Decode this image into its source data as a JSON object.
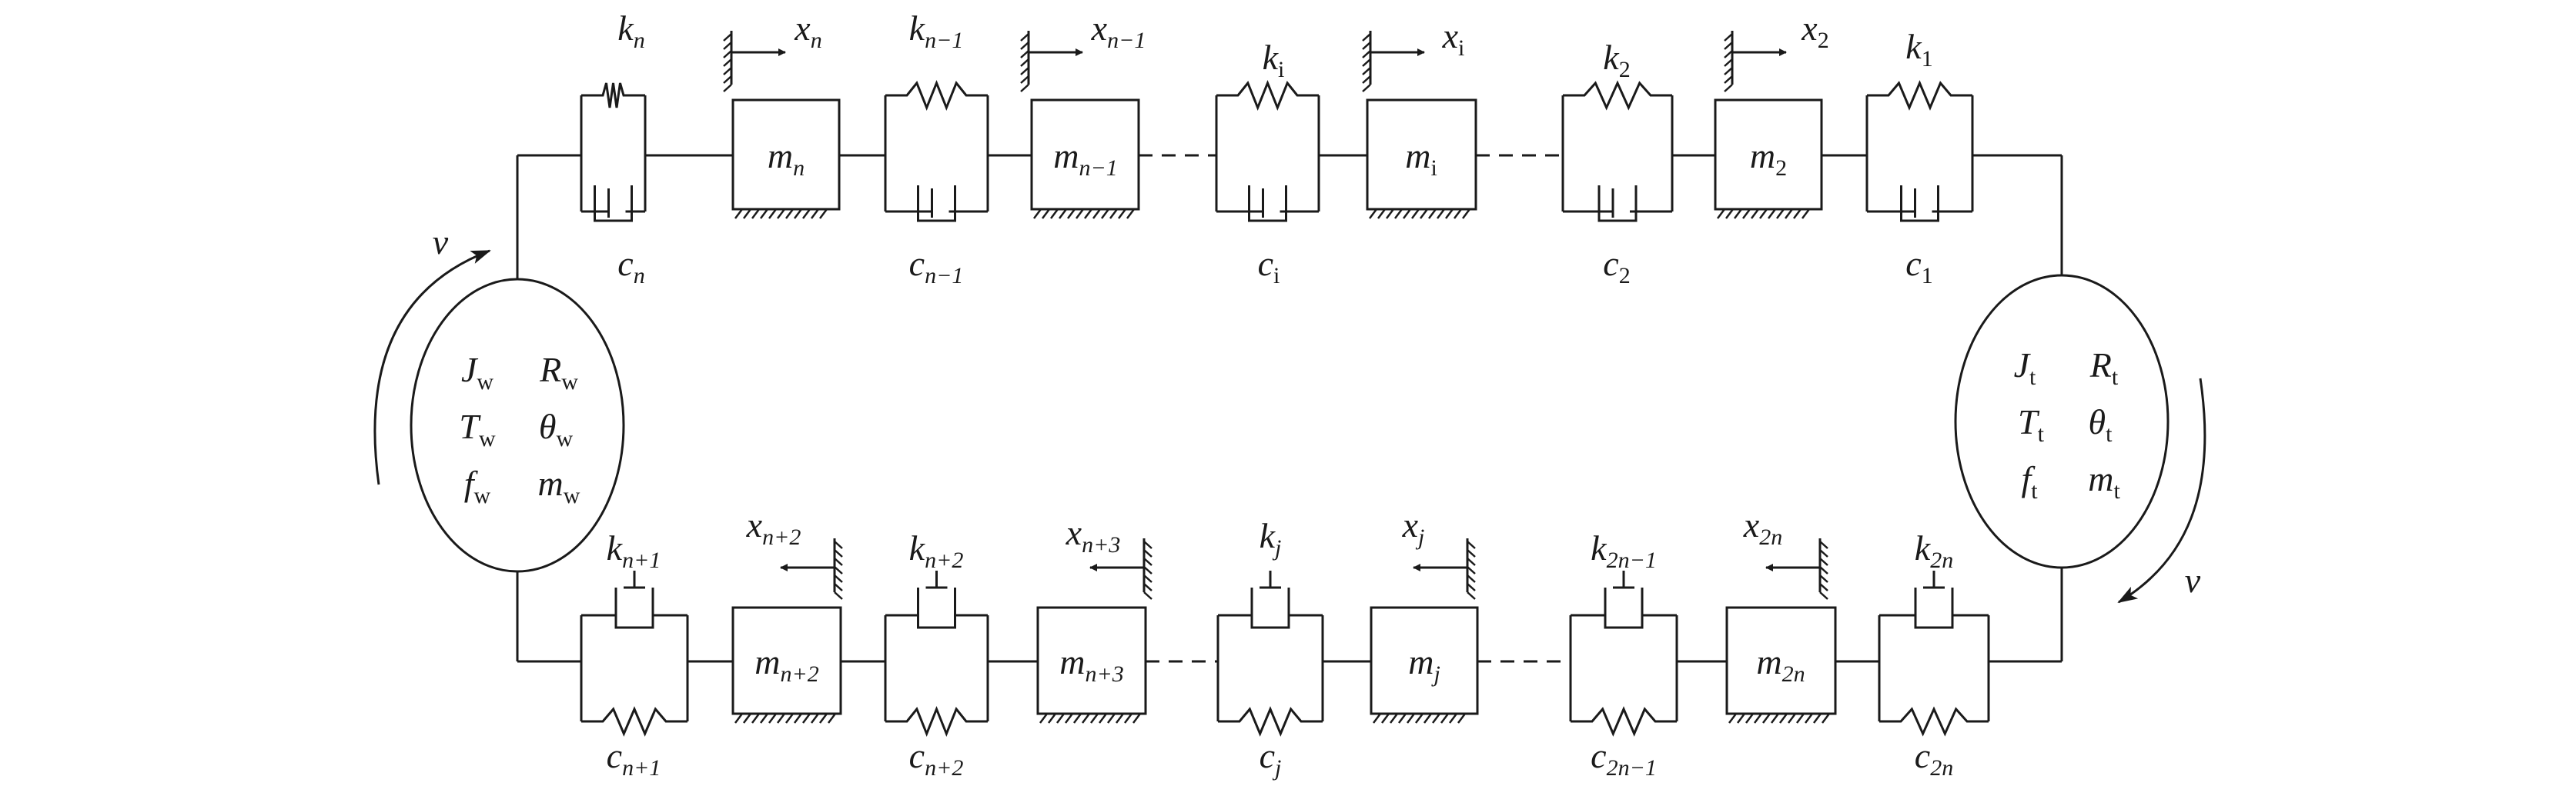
{
  "diagram": {
    "top_masses": [
      {
        "base": "m",
        "sub": "n",
        "sub_italic": true
      },
      {
        "base": "m",
        "sub": "n−1",
        "sub_italic": true
      },
      {
        "base": "m",
        "sub": "i",
        "sub_italic": false
      },
      {
        "base": "m",
        "sub": "2",
        "sub_italic": false
      }
    ],
    "top_springs": [
      {
        "base": "k",
        "sub": "n",
        "sub_italic": true
      },
      {
        "base": "k",
        "sub": "n−1",
        "sub_italic": true
      },
      {
        "base": "k",
        "sub": "i",
        "sub_italic": false
      },
      {
        "base": "k",
        "sub": "2",
        "sub_italic": false
      },
      {
        "base": "k",
        "sub": "1",
        "sub_italic": false
      }
    ],
    "top_dampers": [
      {
        "base": "c",
        "sub": "n",
        "sub_italic": true
      },
      {
        "base": "c",
        "sub": "n−1",
        "sub_italic": true
      },
      {
        "base": "c",
        "sub": "i",
        "sub_italic": false
      },
      {
        "base": "c",
        "sub": "2",
        "sub_italic": false
      },
      {
        "base": "c",
        "sub": "1",
        "sub_italic": false
      }
    ],
    "top_displacements": [
      {
        "base": "x",
        "sub": "n",
        "sub_italic": true
      },
      {
        "base": "x",
        "sub": "n−1",
        "sub_italic": true
      },
      {
        "base": "x",
        "sub": "i",
        "sub_italic": false
      },
      {
        "base": "x",
        "sub": "2",
        "sub_italic": false
      }
    ],
    "bottom_masses": [
      {
        "base": "m",
        "sub": "n+2",
        "sub_italic": true
      },
      {
        "base": "m",
        "sub": "n+3",
        "sub_italic": true
      },
      {
        "base": "m",
        "sub": "j",
        "sub_italic": true
      },
      {
        "base": "m",
        "sub": "2n",
        "sub_italic": true
      }
    ],
    "bottom_springs": [
      {
        "base": "k",
        "sub": "n+1",
        "sub_italic": true
      },
      {
        "base": "k",
        "sub": "n+2",
        "sub_italic": true
      },
      {
        "base": "k",
        "sub": "j",
        "sub_italic": true
      },
      {
        "base": "k",
        "sub": "2n−1",
        "sub_italic": true
      },
      {
        "base": "k",
        "sub": "2n",
        "sub_italic": true
      }
    ],
    "bottom_dampers": [
      {
        "base": "c",
        "sub": "n+1",
        "sub_italic": true
      },
      {
        "base": "c",
        "sub": "n+2",
        "sub_italic": true
      },
      {
        "base": "c",
        "sub": "j",
        "sub_italic": true
      },
      {
        "base": "c",
        "sub": "2n−1",
        "sub_italic": true
      },
      {
        "base": "c",
        "sub": "2n",
        "sub_italic": true
      }
    ],
    "bottom_displacements": [
      {
        "base": "x",
        "sub": "n+2",
        "sub_italic": true
      },
      {
        "base": "x",
        "sub": "n+3",
        "sub_italic": true
      },
      {
        "base": "x",
        "sub": "j",
        "sub_italic": true
      },
      {
        "base": "x",
        "sub": "2n",
        "sub_italic": true
      }
    ],
    "left_wheel": [
      {
        "base": "J",
        "sub": "w"
      },
      {
        "base": "R",
        "sub": "w"
      },
      {
        "base": "T",
        "sub": "w"
      },
      {
        "base": "θ",
        "sub": "w"
      },
      {
        "base": "f",
        "sub": "w"
      },
      {
        "base": "m",
        "sub": "w"
      }
    ],
    "right_wheel": [
      {
        "base": "J",
        "sub": "t"
      },
      {
        "base": "R",
        "sub": "t"
      },
      {
        "base": "T",
        "sub": "t"
      },
      {
        "base": "θ",
        "sub": "t"
      },
      {
        "base": "f",
        "sub": "t"
      },
      {
        "base": "m",
        "sub": "t"
      }
    ],
    "velocity_left": "v",
    "velocity_right": "v"
  }
}
